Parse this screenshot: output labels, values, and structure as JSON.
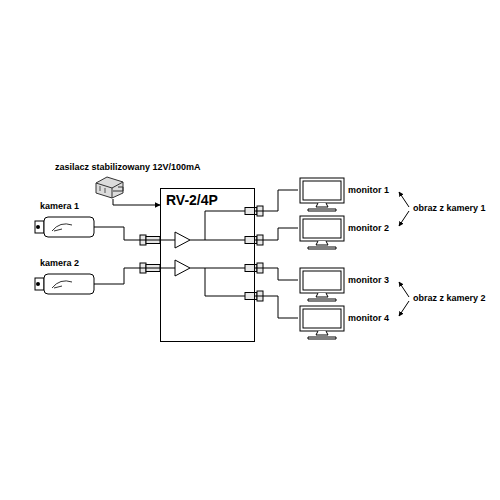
{
  "diagram": {
    "nodes": [
      {
        "text": [
          "zasilacz stabilizowany 12V/100mA"
        ]
      },
      {
        "text": [
          "kamera 1"
        ]
      },
      {
        "text": [
          "kamera 2"
        ]
      },
      {
        "text": [
          "RV-2/4P"
        ]
      },
      {
        "text": [
          "monitor 1"
        ]
      },
      {
        "text": [
          "monitor 2"
        ]
      },
      {
        "text": [
          "monitor 3"
        ]
      },
      {
        "text": [
          "monitor 4"
        ]
      }
    ],
    "edges": [
      {
        "from": 0,
        "to": 3,
        "arrow": "to"
      },
      {
        "from": 1,
        "to": 3,
        "arrow": "none"
      },
      {
        "from": 2,
        "to": 3,
        "arrow": "none"
      },
      {
        "from": 3,
        "to": 4,
        "arrow": "none"
      },
      {
        "from": 3,
        "to": 5,
        "arrow": "none"
      },
      {
        "from": 3,
        "to": 6,
        "arrow": "none"
      },
      {
        "from": 3,
        "to": 7,
        "arrow": "none"
      }
    ],
    "labels": [
      "obraz z kamery 1",
      "obraz z kamery 2"
    ]
  }
}
